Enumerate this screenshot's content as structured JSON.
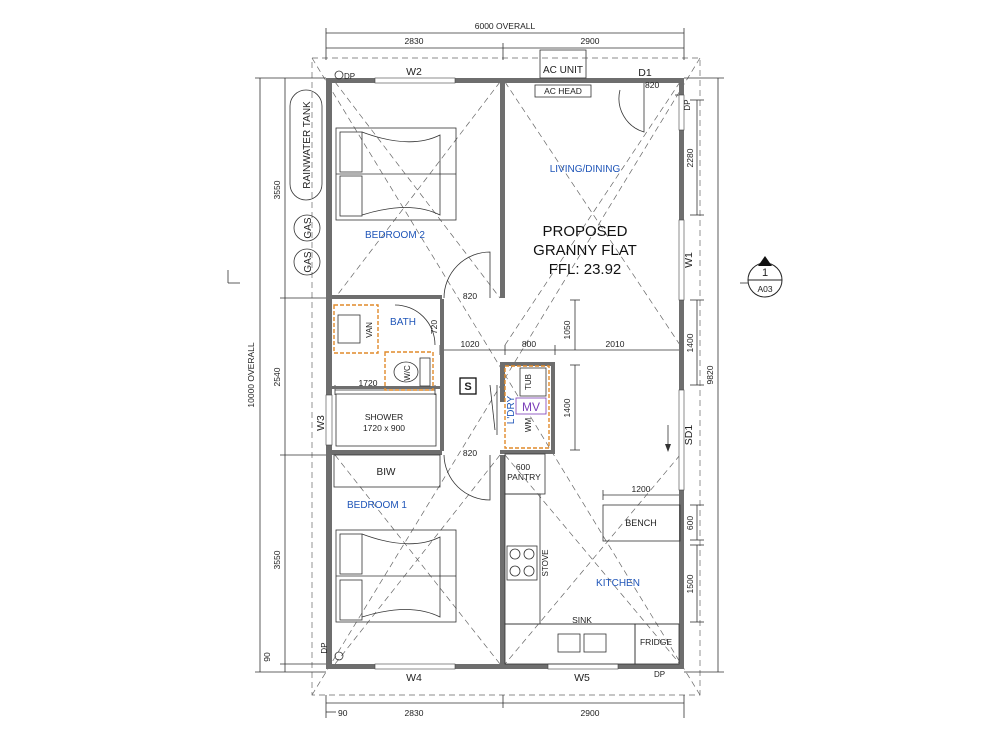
{
  "title": {
    "line1": "PROPOSED",
    "line2": "GRANNY FLAT",
    "line3": "FFL: 23.92"
  },
  "rooms": {
    "bedroom2": "BEDROOM 2",
    "bedroom1": "BEDROOM 1",
    "living": "LIVING/DINING",
    "bath": "BATH",
    "laundry": "L'DRY",
    "kitchen": "KITCHEN"
  },
  "fixtures": {
    "ac_unit": "AC UNIT",
    "ac_head": "AC HEAD",
    "rainwater_tank": "RAINWATER TANK",
    "gas_1": "GAS",
    "gas_2": "GAS",
    "van": "VAN",
    "wc": "W/C",
    "shower_1": "SHOWER",
    "shower_2": "1720 x 900",
    "biw": "BIW",
    "tub": "TUB",
    "wm": "WM",
    "mv": "MV",
    "s": "S",
    "pantry_1": "600",
    "pantry_2": "PANTRY",
    "bench": "BENCH",
    "stove": "STOVE",
    "sink": "SINK",
    "fridge": "FRIDGE",
    "dp_tl": "DP",
    "dp_tr": "DP",
    "dp_bl": "DP",
    "dp_br": "DP"
  },
  "openings": {
    "w2": "W2",
    "w3": "W3",
    "w4": "W4",
    "w5": "W5",
    "w1": "W1",
    "d1": "D1",
    "sd1": "SD1"
  },
  "dimensions": {
    "overall_width": "6000 OVERALL",
    "top_left": "2830",
    "top_right": "2900",
    "bottom_left": "2830",
    "bottom_right": "2900",
    "bottom_offset": "90",
    "overall_length": "10000 OVERALL",
    "left_upper": "3550",
    "left_mid": "2540",
    "left_lower": "3550",
    "left_offset": "90",
    "right_overall": "9820",
    "d1_width": "820",
    "right_2280": "2280",
    "right_1400": "1400",
    "right_600": "600",
    "right_1500": "1500",
    "door_bed2": "820",
    "door_bed1": "820",
    "bath_door": "720",
    "hall_1020": "1020",
    "hall_800": "800",
    "hall_2010": "2010",
    "hall_1050": "1050",
    "shower_1720": "1720",
    "laundry_1400": "1400",
    "bench_1200": "1200"
  },
  "section_marker": {
    "number": "1",
    "sheet": "A03"
  }
}
